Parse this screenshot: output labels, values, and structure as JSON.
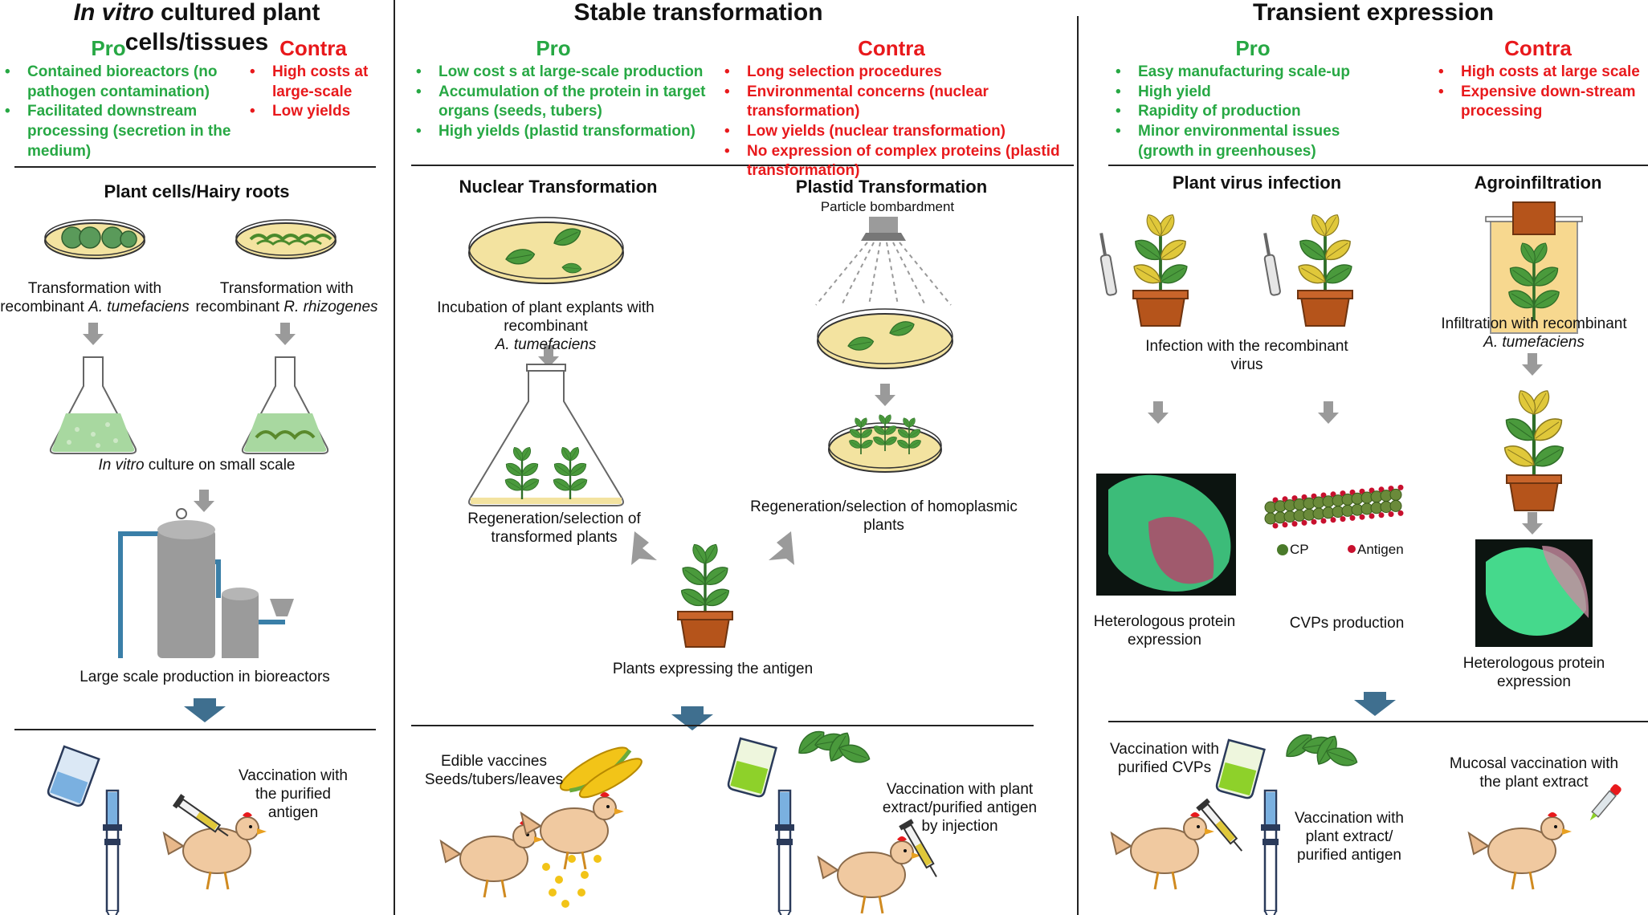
{
  "colors": {
    "pro": "#27a844",
    "contra": "#e8191c",
    "arrow_gray": "#9a9a9a",
    "arrow_blue": "#3f6f8f",
    "leaf": "#4a9a3c",
    "dish": "#f3e3a0",
    "pot": "#b5541b",
    "chicken": "#f0c9a0",
    "medium_green": "#a8d8a0",
    "fluor": "#45d98c",
    "bioreactor": "#9b9b9b",
    "bioreactor_pipe": "#3a7fa8"
  },
  "icons": [
    "petri-dish-icon",
    "flask-icon",
    "bioreactor-icon",
    "arrow-down-icon",
    "plant-pot-icon",
    "chicken-icon",
    "syringe-icon",
    "beaker-icon",
    "corn-icon",
    "leaf-pile-icon",
    "dropper-icon",
    "particle-gun-icon",
    "leaf-fluorescence-icon",
    "cvp-chain-icon"
  ],
  "col1": {
    "title_em": "In vitro",
    "title_rest": " cultured plant cells/tissues",
    "pro_heading": "Pro",
    "contra_heading": "Contra",
    "pro": [
      "Contained bioreactors (no pathogen contamination)",
      "Facilitated downstream processing (secretion in the medium)"
    ],
    "contra": [
      "High costs at large-scale",
      "Low yields"
    ],
    "subtitle": "Plant cells/Hairy roots",
    "cap_transform_a_1": "Transformation with",
    "cap_transform_a_2": "recombinant ",
    "cap_transform_a_em": "A. tumefaciens",
    "cap_transform_r_1": "Transformation with",
    "cap_transform_r_2": "recombinant ",
    "cap_transform_r_em": "R. rhizogenes",
    "cap_invitro_em": "In vitro",
    "cap_invitro_rest": " culture on small scale",
    "cap_large_scale": "Large scale production in bioreactors",
    "vacc_1": "Vaccination with",
    "vacc_2": "the purified",
    "vacc_3": "antigen"
  },
  "col2": {
    "title": "Stable transformation",
    "pro_heading": "Pro",
    "contra_heading": "Contra",
    "pro": [
      "Low cost s at large-scale production",
      "Accumulation of the protein in  target organs (seeds,  tubers)",
      "High yields (plastid transformation)"
    ],
    "contra": [
      "Long selection procedures",
      "Environmental concerns (nuclear transformation)",
      "Low yields (nuclear transformation)",
      "No expression of complex proteins (plastid transformation)"
    ],
    "sub_nuclear": "Nuclear Transformation",
    "sub_plastid": "Plastid Transformation",
    "cap_particle": "Particle bombardment",
    "cap_incubation_1": "Incubation of plant explants with recombinant",
    "cap_incubation_em": "A. tumefaciens",
    "cap_regen_nuc_1": "Regeneration/selection of",
    "cap_regen_nuc_2": "transformed plants",
    "cap_regen_pla_1": "Regeneration/selection of homoplasmic",
    "cap_regen_pla_2": "plants",
    "cap_plants_antigen": "Plants expressing the antigen",
    "edible_1": "Edible vaccines",
    "edible_2": "Seeds/tubers/leaves",
    "inj_1": "Vaccination with plant",
    "inj_2": "extract/purified antigen",
    "inj_3": "by injection"
  },
  "col3": {
    "title": "Transient expression",
    "pro_heading": "Pro",
    "contra_heading": "Contra",
    "pro": [
      "Easy  manufacturing  scale-up",
      "High yield",
      "Rapidity of production",
      "Minor environmental issues (growth in greenhouses)"
    ],
    "contra": [
      "High costs at large scale",
      "Expensive down-stream processing"
    ],
    "sub_virus": "Plant virus infection",
    "sub_agro": "Agroinfiltration",
    "cap_infection_1": "Infection with the recombinant",
    "cap_infection_2": "virus",
    "cap_infiltration_1": "Infiltration with recombinant",
    "cap_infiltration_em": "A. tumefaciens",
    "cap_hetero_1": "Heterologous protein",
    "cap_hetero_2": "expression",
    "legend_cp": "CP",
    "legend_antigen": "Antigen",
    "cap_cvps": "CVPs  production",
    "cap_hetero2_1": "Heterologous protein",
    "cap_hetero2_2": "expression",
    "vacc_cvps_1": "Vaccination with",
    "vacc_cvps_2": "purified CVPs",
    "vacc_extract_1": "Vaccination with",
    "vacc_extract_2": "plant extract/",
    "vacc_extract_3": "purified antigen",
    "mucosal_1": "Mucosal vaccination with",
    "mucosal_2": "the plant extract"
  }
}
